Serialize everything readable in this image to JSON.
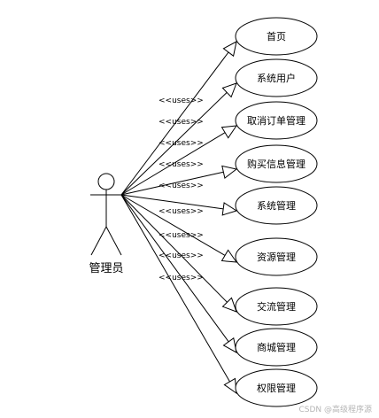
{
  "actor": {
    "name": "管理员"
  },
  "relationship_label": "<<uses>>",
  "use_cases": [
    {
      "label": "首页"
    },
    {
      "label": "系统用户"
    },
    {
      "label": "取消订单管理"
    },
    {
      "label": "购买信息管理"
    },
    {
      "label": "系统管理"
    },
    {
      "label": "资源管理"
    },
    {
      "label": "交流管理"
    },
    {
      "label": "商城管理"
    },
    {
      "label": "权限管理"
    }
  ],
  "watermark": "CSDN @高级程序源"
}
